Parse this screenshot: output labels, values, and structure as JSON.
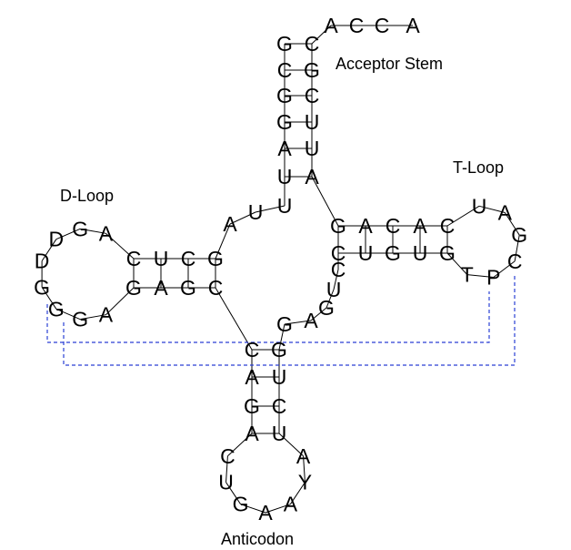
{
  "labels": {
    "acceptor": "Acceptor Stem",
    "tloop": "T-Loop",
    "dloop": "D-Loop",
    "anticodon": "Anticodon"
  },
  "tail": [
    "A",
    "C",
    "C",
    "A"
  ],
  "acceptor_stem": {
    "left": [
      "G",
      "C",
      "G",
      "G",
      "A",
      "U"
    ],
    "right": [
      "C",
      "G",
      "C",
      "U",
      "U",
      "A"
    ]
  },
  "connector_top": [
    "A",
    "U",
    "U"
  ],
  "d_stem": {
    "top": [
      "C",
      "U",
      "C",
      "G"
    ],
    "bottom": [
      "G",
      "A",
      "G",
      "C"
    ]
  },
  "d_loop": [
    "A",
    "G",
    "D",
    "D",
    "G",
    "G",
    "G",
    "A"
  ],
  "t_stem": {
    "top": [
      "G",
      "A",
      "C",
      "A",
      "C"
    ],
    "bottom": [
      "C",
      "U",
      "G",
      "U",
      "G"
    ]
  },
  "t_loop": [
    "U",
    "A",
    "G",
    "C",
    "P",
    "T"
  ],
  "anticodon_stem": {
    "left": [
      "C",
      "A",
      "G",
      "A"
    ],
    "right": [
      "G",
      "U",
      "C",
      "U"
    ]
  },
  "anticodon_loop": [
    "C",
    "U",
    "G",
    "A",
    "A",
    "Y",
    "A"
  ],
  "variable_loop": [
    "G",
    "A",
    "G",
    "U",
    "C"
  ],
  "colors": {
    "tertiary": "#2a3fd4",
    "stroke": "#000000"
  }
}
